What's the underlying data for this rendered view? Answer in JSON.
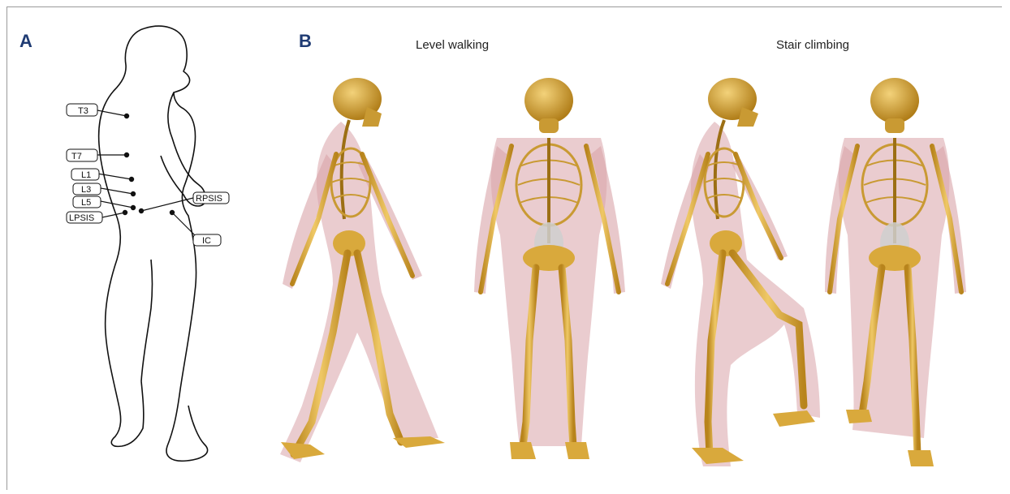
{
  "panel_a": {
    "letter": "A",
    "markers": [
      "T3",
      "T7",
      "L1",
      "L3",
      "L5",
      "LPSIS",
      "RPSIS",
      "IC"
    ]
  },
  "panel_b": {
    "letter": "B",
    "captions": [
      "Level walking",
      "Stair climbing"
    ]
  },
  "colors": {
    "accent": "#1f3b73",
    "bone": "#d9a93c",
    "bone_dark": "#9c6f14",
    "muscle": "#d9a3a8",
    "outline": "#111111"
  }
}
